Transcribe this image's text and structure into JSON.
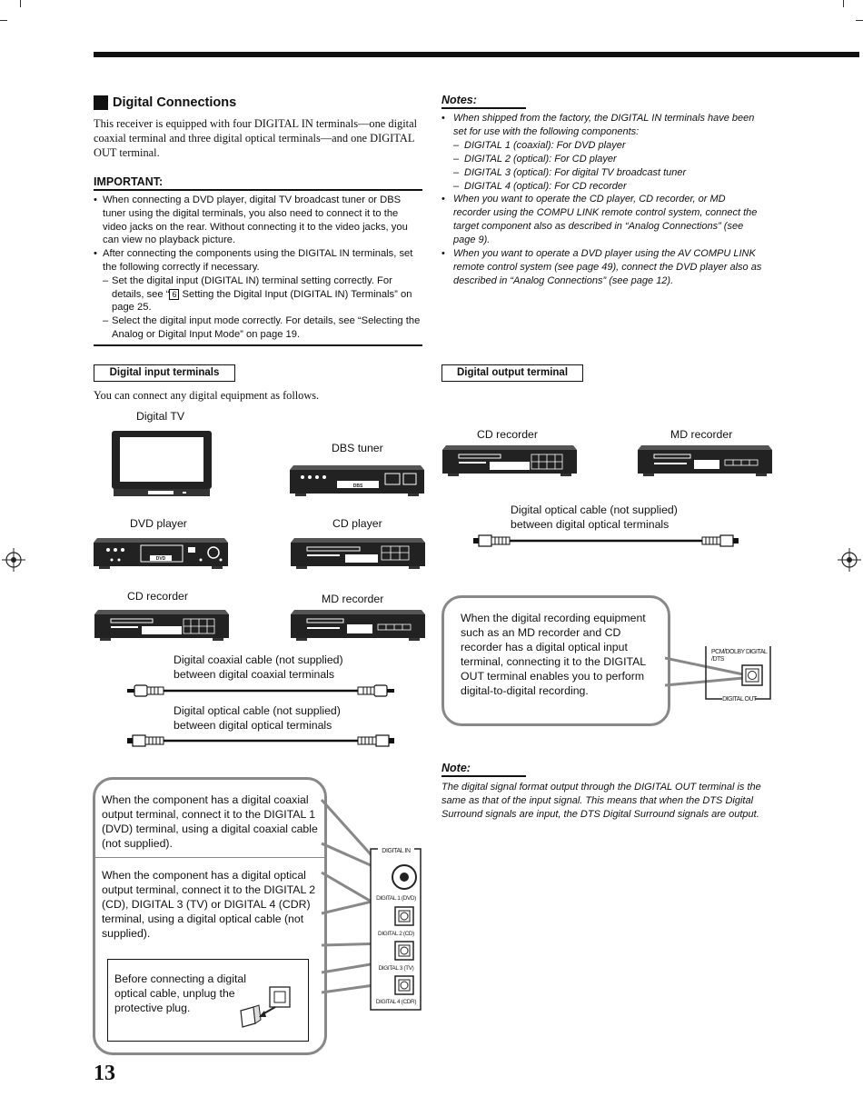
{
  "section": {
    "title": "Digital Connections",
    "intro": "This receiver is equipped with four DIGITAL IN terminals—one digital coaxial terminal and three digital optical terminals—and one DIGITAL OUT terminal."
  },
  "important": {
    "title": "IMPORTANT:",
    "bullet1": "When connecting a DVD player, digital TV broadcast tuner or DBS tuner using the digital terminals, you also need to connect it to the video jacks on the rear. Without connecting it to the video jacks, you can view no playback picture.",
    "bullet2": "After connecting the components using the DIGITAL IN terminals, set the following correctly if necessary.",
    "sub1_before": "Set the digital input (DIGITAL IN) terminal setting correctly. For details, see “",
    "sub1_num": "6",
    "sub1_after": " Setting the Digital Input (DIGITAL IN) Terminals” on page 25.",
    "sub2": "Select the digital input mode correctly. For details, see “Selecting the Analog or Digital Input Mode” on page 19."
  },
  "notes": {
    "title": "Notes:",
    "n1": "When shipped from the factory, the DIGITAL IN terminals have been set for use with the following components:",
    "n1a": "DIGITAL 1 (coaxial): For DVD player",
    "n1b": "DIGITAL 2 (optical): For CD player",
    "n1c": "DIGITAL 3 (optical): For digital TV broadcast tuner",
    "n1d": "DIGITAL 4 (optical): For CD recorder",
    "n2": "When you want to operate the CD player, CD recorder, or MD recorder using the COMPU LINK remote control system, connect the target component also as described in “Analog Connections” (see page 9).",
    "n3": "When you want to operate a DVD player using the AV COMPU LINK  remote control system (see page 49), connect the DVD player also as described in “Analog Connections” (see page 12)."
  },
  "input": {
    "box_label": "Digital input terminals",
    "caption": "You can connect any digital equipment as follows.",
    "digital_tv": "Digital TV",
    "dbs_tuner": "DBS tuner",
    "dvd_player": "DVD player",
    "cd_player": "CD player",
    "cd_recorder": "CD recorder",
    "md_recorder": "MD recorder",
    "coax_cable_1": "Digital coaxial cable (not supplied)",
    "coax_cable_2": "between digital coaxial terminals",
    "opt_cable_1": "Digital optical cable (not supplied)",
    "opt_cable_2": "between digital optical terminals",
    "callout_coax": "When the component has a digital coaxial output terminal, connect it to the DIGITAL 1 (DVD) terminal, using a digital coaxial cable (not supplied).",
    "callout_opt": "When the component has a digital optical output terminal, connect it to the DIGITAL 2 (CD), DIGITAL 3 (TV) or DIGITAL 4 (CDR) terminal, using a digital optical cable (not supplied).",
    "plug_note": "Before connecting a digital optical cable, unplug the protective plug.",
    "panel_title": "DIGITAL IN",
    "t1": "DIGITAL 1 (DVD)",
    "t2": "DIGITAL 2 (CD)",
    "t3": "DIGITAL 3 (TV)",
    "t4": "DIGITAL 4 (CDR)",
    "dbs_mark": "DBS",
    "dvd_mark": "DVD"
  },
  "output": {
    "box_label": "Digital output terminal",
    "cd_recorder": "CD recorder",
    "md_recorder": "MD recorder",
    "opt_cable_1": "Digital optical cable (not supplied)",
    "opt_cable_2": "between digital optical terminals",
    "callout": "When the digital recording equipment such as an MD recorder and CD recorder has a digital optical input terminal, connecting it to the DIGITAL OUT terminal enables you to perform digital-to-digital recording.",
    "panel_line1": "PCM/DOLBY DIGITAL",
    "panel_line2": "/DTS",
    "panel_bottom": "DIGITAL OUT"
  },
  "note2": {
    "title": "Note:",
    "text": "The digital signal format output through the DIGITAL OUT terminal is the same as that of the input signal. This means that when the DTS Digital Surround signals are input, the DTS Digital Surround signals are output."
  },
  "page_number": "13"
}
